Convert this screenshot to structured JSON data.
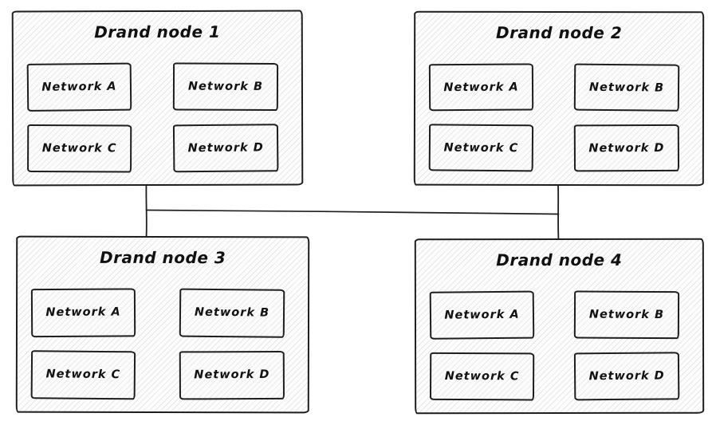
{
  "diagram": {
    "style": "hand-drawn-sketch",
    "colors": {
      "stroke": "#1e1e1e",
      "hatch_line": "#d9d9d9",
      "background": "#ffffff"
    },
    "nodes": [
      {
        "title": "Drand node 1",
        "networks": [
          "Network A",
          "Network B",
          "Network C",
          "Network D"
        ]
      },
      {
        "title": "Drand node 2",
        "networks": [
          "Network A",
          "Network B",
          "Network C",
          "Network D"
        ]
      },
      {
        "title": "Drand node 3",
        "networks": [
          "Network A",
          "Network B",
          "Network C",
          "Network D"
        ]
      },
      {
        "title": "Drand node 4",
        "networks": [
          "Network A",
          "Network B",
          "Network C",
          "Network D"
        ]
      }
    ],
    "connections": [
      {
        "from": "Drand node 1",
        "to": "Drand node 3",
        "shape": "vertical-line"
      },
      {
        "from": "Drand node 2",
        "to": "Drand node 4",
        "shape": "vertical-line"
      },
      {
        "from": "node1-node3 link",
        "to": "node2-node4 link",
        "shape": "horizontal-line"
      }
    ]
  }
}
